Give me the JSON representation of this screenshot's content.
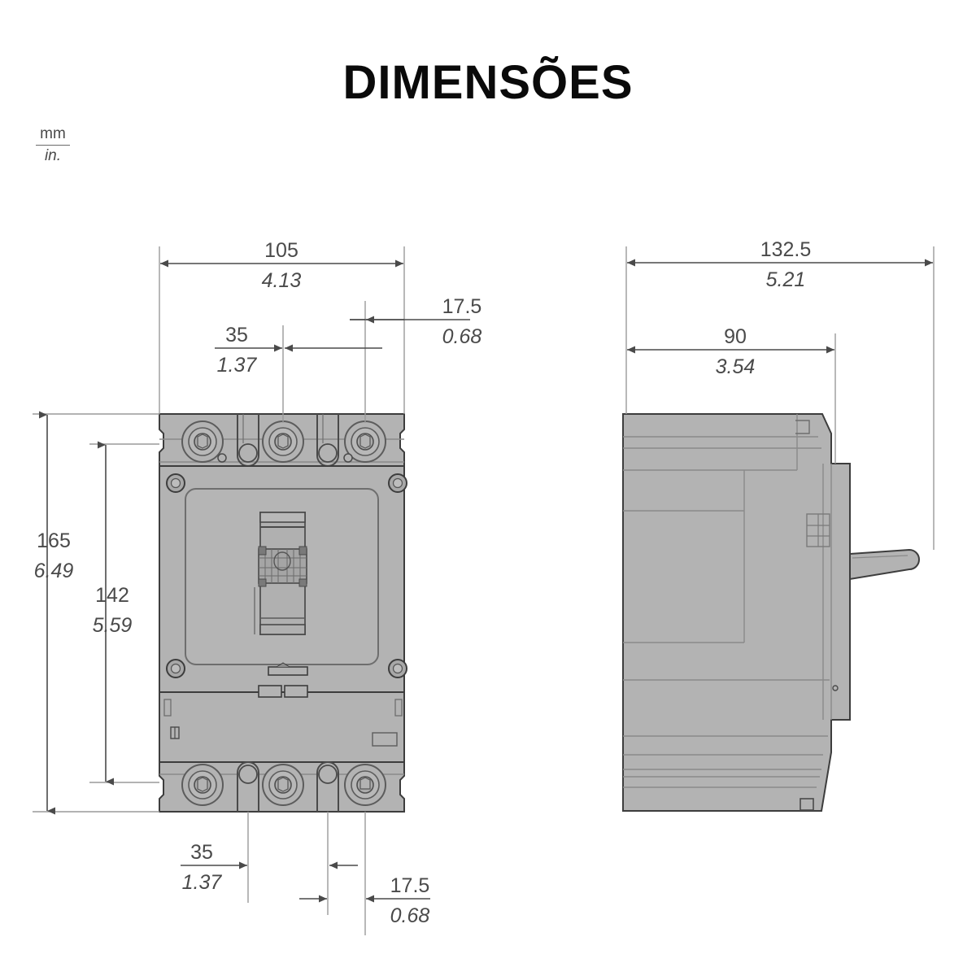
{
  "page": {
    "title": "DIMENSÕES",
    "background_color": "#ffffff",
    "title_color": "#0a0a0a"
  },
  "unit_legend": {
    "numerator": "mm",
    "denominator": "in.",
    "name": "unit-legend"
  },
  "drawing": {
    "line_color": "#6b6b6b",
    "body_fill": "#b3b3b3",
    "body_stroke": "#3d3d3d",
    "detail_stroke": "#7a7a7a",
    "text_color": "#4a4a4a",
    "views": [
      {
        "id": "front-view",
        "label": "front view of molded case circuit breaker"
      },
      {
        "id": "side-view",
        "label": "side view of molded case circuit breaker"
      }
    ]
  },
  "dimensions": {
    "front": {
      "overall_width": {
        "mm": "105",
        "in": "4.13"
      },
      "pole_pitch": {
        "mm": "35",
        "in": "1.37"
      },
      "edge_to_pole_top": {
        "mm": "17.5",
        "in": "0.68"
      },
      "overall_height": {
        "mm": "165",
        "in": "6.49"
      },
      "body_height": {
        "mm": "142",
        "in": "5.59"
      },
      "pole_pitch_bottom": {
        "mm": "35",
        "in": "1.37"
      },
      "edge_to_pole_bottom": {
        "mm": "17.5",
        "in": "0.68"
      }
    },
    "side": {
      "overall_depth": {
        "mm": "132.5",
        "in": "5.21"
      },
      "case_depth": {
        "mm": "90",
        "in": "3.54"
      }
    }
  }
}
